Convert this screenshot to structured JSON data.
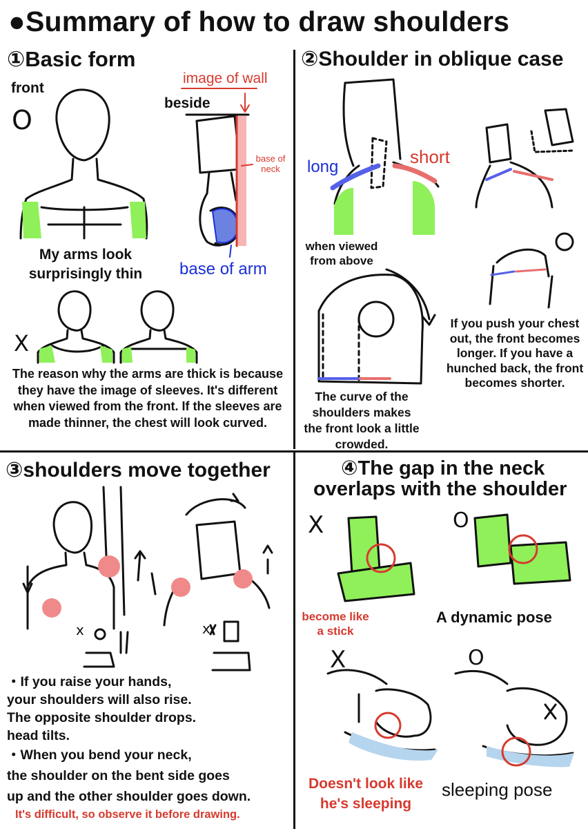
{
  "title": "●Summary of how to draw shoulders",
  "s1": {
    "heading": "①Basic form",
    "front": "front",
    "o_mark": "O",
    "x_mark": "X",
    "wall": "image of wall",
    "beside": "beside",
    "base_neck": "base of neck",
    "base_arm": "base of arm",
    "thin_note": "My arms look surprisingly thin",
    "reason": "The reason why the arms are thick is because they have the image of sleeves. It's different when viewed from the front. If the sleeves are made thinner, the chest will look curved."
  },
  "s2": {
    "heading": "②Shoulder in oblique case",
    "long": "long",
    "short": "short",
    "above": "when viewed from above",
    "curve": "The curve of the shoulders makes the front look a little crowded.",
    "push": "If you push your chest out, the front becomes longer. If you have a hunched back, the front becomes shorter."
  },
  "s3": {
    "heading": "③shoulders move together",
    "x_small": "x",
    "line1": "・If you raise your hands,",
    "line2": "your shoulders will also rise.",
    "line3": "The opposite shoulder drops.",
    "line4": "head tilts.",
    "line5": "・When you bend your neck,",
    "line6": "the shoulder on the bent side goes",
    "line7": "up and the other shoulder goes down.",
    "warn": "It's difficult, so observe it before drawing."
  },
  "s4": {
    "heading1": "④The gap in the neck",
    "heading2": "overlaps with the shoulder",
    "x_mark": "X",
    "o_mark": "O",
    "stick": "become like a stick",
    "dynamic": "A dynamic pose",
    "not_sleeping": "Doesn't look like he's sleeping",
    "sleeping": "sleeping pose"
  },
  "colors": {
    "accent_red": "#d63a2e",
    "accent_blue": "#1a2fd6",
    "green_fill": "#8ff05a",
    "light_blue_fill": "#b5d4ee",
    "pink_fill": "#f08a8a"
  }
}
